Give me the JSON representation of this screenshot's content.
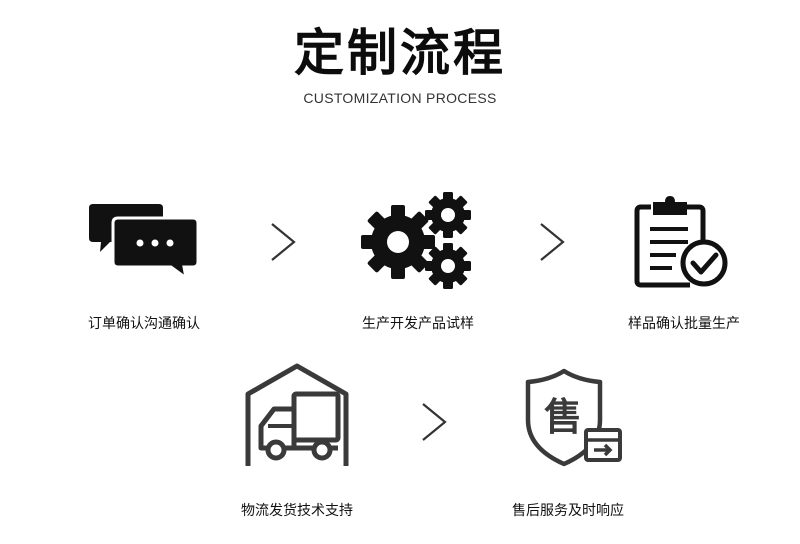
{
  "header": {
    "title": "定制流程",
    "subtitle": "CUSTOMIZATION PROCESS"
  },
  "steps": [
    {
      "label": "订单确认沟通确认",
      "icon": "chat-bubbles-icon"
    },
    {
      "label": "生产开发产品试样",
      "icon": "gears-icon"
    },
    {
      "label": "样品确认批量生产",
      "icon": "clipboard-check-icon"
    },
    {
      "label": "物流发货技术支持",
      "icon": "warehouse-truck-icon"
    },
    {
      "label": "售后服务及时响应",
      "icon": "after-sales-shield-icon"
    }
  ],
  "icons": {
    "after_sales_glyph": "售"
  },
  "colors": {
    "icon_dark": "#111111",
    "icon_gray": "#3a3a3a",
    "chevron": "#333333"
  }
}
